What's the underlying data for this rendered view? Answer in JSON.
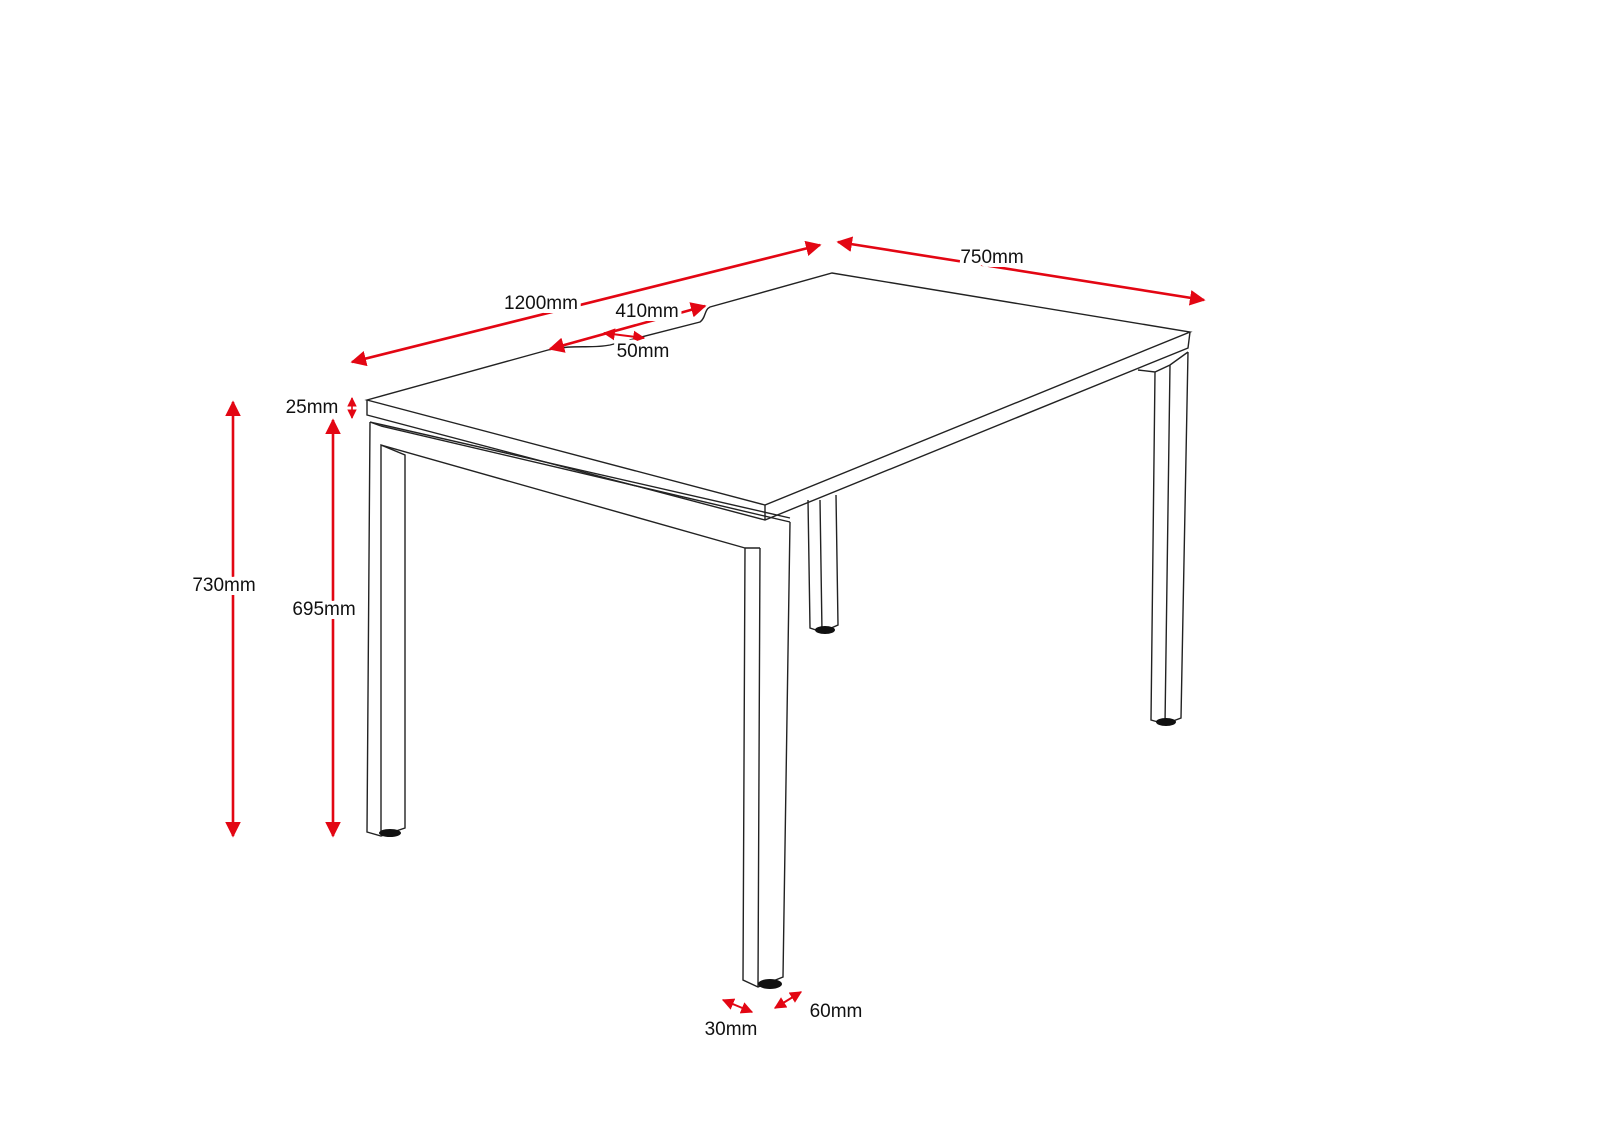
{
  "dimensions": {
    "length": "1200mm",
    "depth": "750mm",
    "cutout_length": "410mm",
    "cutout_depth": "50mm",
    "top_thickness": "25mm",
    "total_height": "730mm",
    "under_top_height": "695mm",
    "leg_width": "30mm",
    "leg_depth": "60mm"
  },
  "colors": {
    "dimension": "#e30613",
    "line": "#222222"
  }
}
